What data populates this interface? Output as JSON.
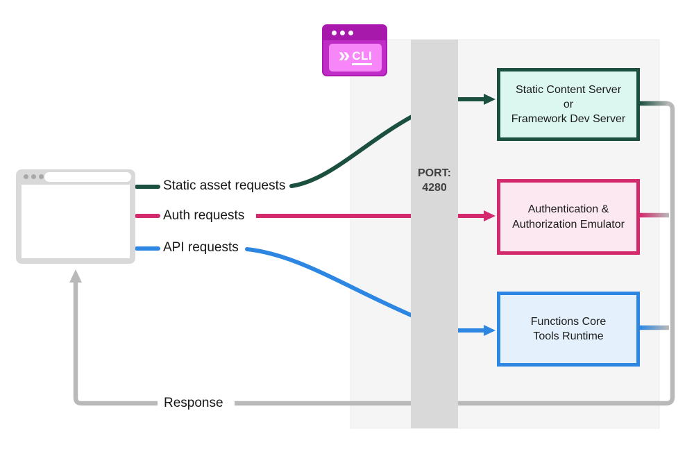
{
  "diagram": {
    "cli": {
      "chevron": "»",
      "label": "CLI"
    },
    "port": {
      "line1": "PORT:",
      "line2": "4280"
    },
    "labels": {
      "static": "Static asset requests",
      "auth": "Auth requests",
      "api": "API requests",
      "response": "Response"
    },
    "boxes": {
      "static_server": {
        "lines": [
          "Static Content Server",
          "or",
          "Framework Dev Server"
        ]
      },
      "auth_emulator": {
        "lines": [
          "Authentication &",
          "Authorization Emulator"
        ]
      },
      "functions_runtime": {
        "lines": [
          "Functions Core",
          "Tools Runtime"
        ]
      }
    },
    "colors": {
      "green": "#1b4f3f",
      "mint": "#dbf7ef",
      "crimson": "#d32a6d",
      "pinkbg": "#fce8f0",
      "blue": "#2d87e2",
      "bluebg": "#e4f0fb",
      "gray": "#b9b9b9",
      "panel": "#f5f5f6",
      "panelborder": "#ececee",
      "bar": "#d9d9d9",
      "frame": "#d9d9d9",
      "dot": "#a8a8a8",
      "magenta": "#c02cc6",
      "magentadark": "#a619ab",
      "magentaborder": "#ad17b2",
      "innerpink": "#f786f9",
      "textdark": "#171717",
      "porttext": "#3f3f3f"
    }
  }
}
